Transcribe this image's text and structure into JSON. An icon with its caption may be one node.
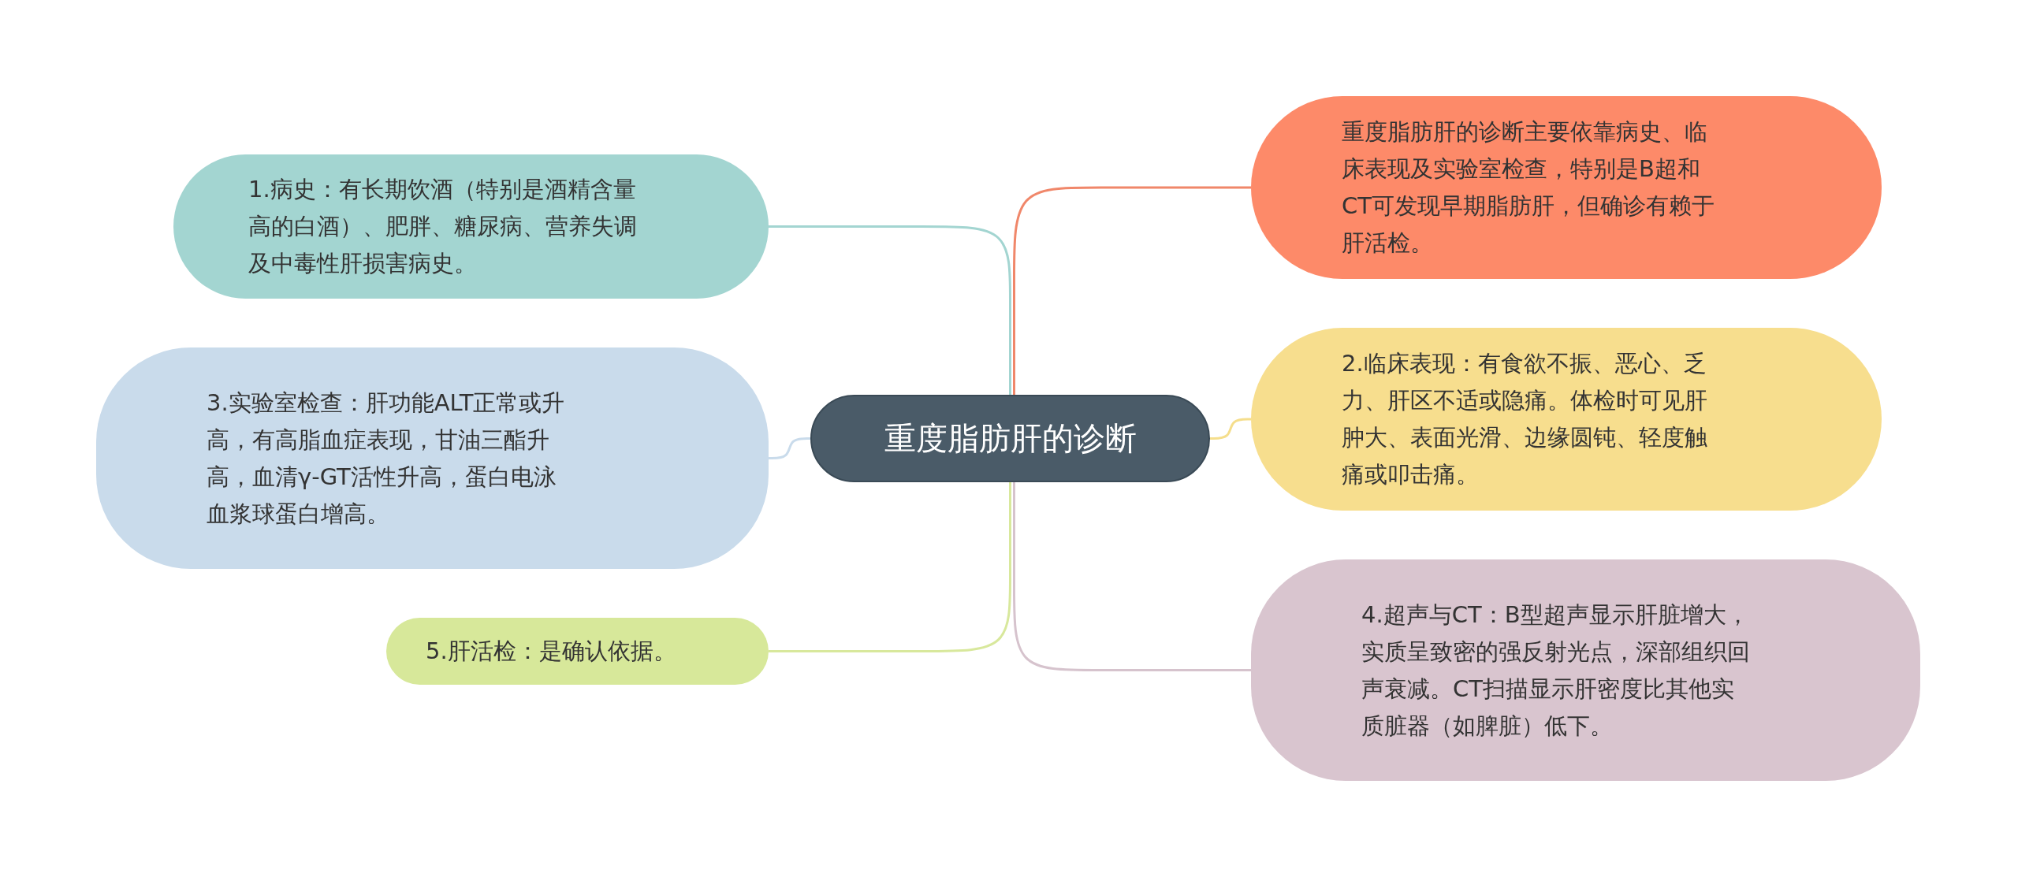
{
  "diagram": {
    "nodes": [
      {
        "text": [
          "重度脂肪肝的诊断"
        ]
      },
      {
        "text": [
          "1.病史：有长期饮酒（特别是酒精含量高的白酒）、肥胖、糖尿病、营养失调及中毒性肝损害病史。"
        ]
      },
      {
        "text": [
          "重度脂肪肝的诊断主要依靠病史、临床表现及实验室检查，特别是B超和CT可发现早期脂肪肝，但确诊有赖于肝活检。"
        ]
      },
      {
        "text": [
          "2.临床表现：有食欲不振、恶心、乏力、肝区不适或隐痛。体检时可见肝肿大、表面光滑、边缘圆钝、轻度触痛或叩击痛。"
        ]
      },
      {
        "text": [
          "3.实验室检查：肝功能ALT正常或升高，有高脂血症表现，甘油三酯升高，血清γ-GT活性升高，蛋白电泳血浆球蛋白增高。"
        ]
      },
      {
        "text": [
          "4.超声与CT：B型超声显示肝脏增大，实质呈致密的强反射光点，深部组织回声衰减。CT扫描显示肝密度比其他实质脏器（如脾脏）低下。"
        ]
      },
      {
        "text": [
          "5.肝活检：是确认依据。"
        ]
      }
    ],
    "edges": [
      {
        "from": 0,
        "to": 1,
        "arrow": "none",
        "color": "#a3d5d1"
      },
      {
        "from": 0,
        "to": 2,
        "arrow": "none",
        "color": "#f0876a"
      },
      {
        "from": 0,
        "to": 3,
        "arrow": "none",
        "color": "#f5de8c"
      },
      {
        "from": 0,
        "to": 4,
        "arrow": "none",
        "color": "#c9dbeb"
      },
      {
        "from": 0,
        "to": 5,
        "arrow": "none",
        "color": "#d6c3cd"
      },
      {
        "from": 0,
        "to": 6,
        "arrow": "none",
        "color": "#d8e89c"
      }
    ]
  }
}
